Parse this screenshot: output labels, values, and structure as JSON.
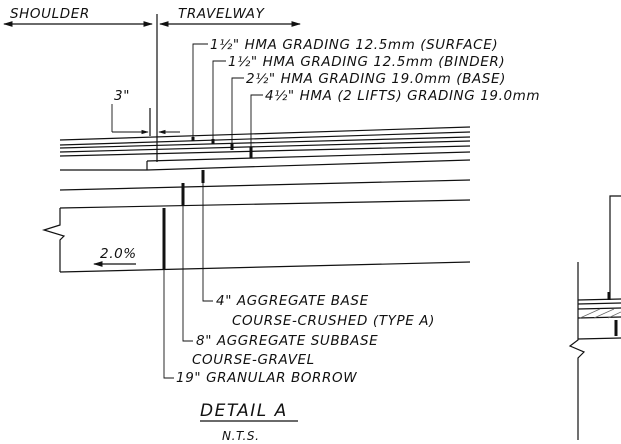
{
  "header": {
    "shoulder": "SHOULDER",
    "travelway": "TRAVELWAY"
  },
  "dimension": {
    "offset": "3\""
  },
  "slope": {
    "value": "2.0%"
  },
  "pavement_layers": [
    {
      "thickness": "1½\"",
      "description": "HMA GRADING 12.5mm (SURFACE)"
    },
    {
      "thickness": "1½\"",
      "description": "HMA GRADING 12.5mm (BINDER)"
    },
    {
      "thickness": "2½\"",
      "description": "HMA GRADING 19.0mm (BASE)"
    },
    {
      "thickness": "4½\"",
      "description": "HMA (2 LIFTS) GRADING 19.0mm"
    }
  ],
  "base_layers": [
    {
      "line1": "4\" AGGREGATE BASE",
      "line2": "COURSE-CRUSHED (TYPE A)"
    },
    {
      "line1": "8\" AGGREGATE SUBBASE",
      "line2": "COURSE-GRAVEL"
    },
    {
      "line1": "19\" GRANULAR BORROW"
    }
  ],
  "detail": {
    "title": "DETAIL A",
    "scale": "N.T.S."
  }
}
